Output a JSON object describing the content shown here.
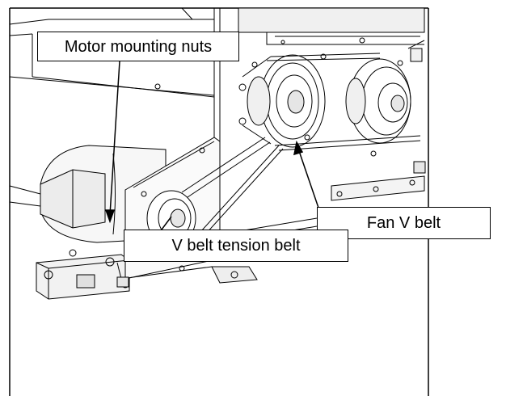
{
  "callouts": {
    "motor_mounting_nuts": "Motor mounting nuts",
    "fan_v_belt": "Fan V belt",
    "v_belt_tension_belt": "V belt tension belt"
  },
  "colors": {
    "ink": "#000000",
    "paper": "#ffffff",
    "shade": "#e6e6e6"
  }
}
